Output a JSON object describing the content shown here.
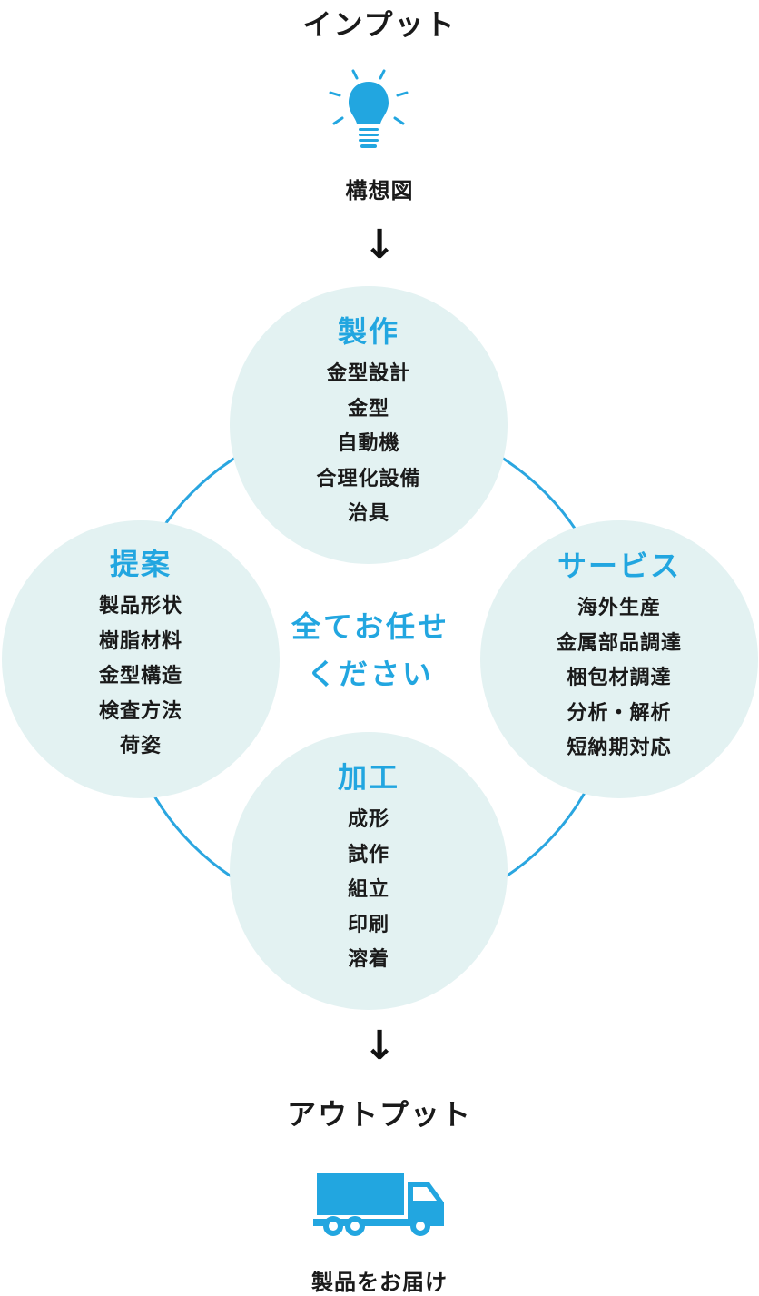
{
  "input": {
    "heading": "インプット",
    "icon": "lightbulb-icon",
    "caption": "構想図"
  },
  "cycle": {
    "center_message_line1": "全てお任せ",
    "center_message_line2": "ください",
    "nodes": [
      {
        "title": "製作",
        "items": [
          "金型設計",
          "金型",
          "自動機",
          "合理化設備",
          "治具"
        ]
      },
      {
        "title": "提案",
        "items": [
          "製品形状",
          "樹脂材料",
          "金型構造",
          "検査方法",
          "荷姿"
        ]
      },
      {
        "title": "サービス",
        "items": [
          "海外生産",
          "金属部品調達",
          "梱包材調達",
          "分析・解析",
          "短納期対応"
        ]
      },
      {
        "title": "加工",
        "items": [
          "成形",
          "試作",
          "組立",
          "印刷",
          "溶着"
        ]
      }
    ]
  },
  "output": {
    "heading": "アウトプット",
    "icon": "truck-icon",
    "caption": "製品をお届け"
  },
  "colors": {
    "accent": "#22a6e0",
    "node_fill": "#e3f2f2",
    "text": "#1a1a1a"
  }
}
